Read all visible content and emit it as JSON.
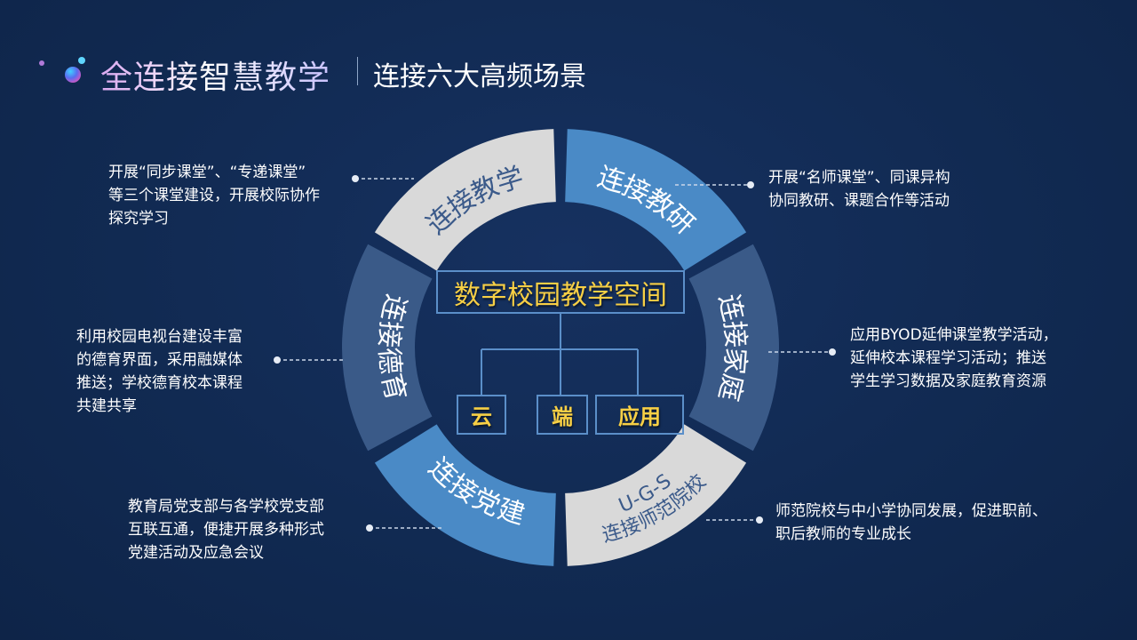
{
  "header": {
    "title": "全连接智慧教学",
    "subtitle": "连接六大高频场景"
  },
  "center": {
    "title": "数字校园教学空间",
    "children": [
      "云",
      "端",
      "应用"
    ]
  },
  "segments": [
    {
      "label": "连接教研",
      "color": "#4a8ac6",
      "text_color": "#ffffff"
    },
    {
      "label": "连接家庭",
      "color": "#3a5a88",
      "text_color": "#ffffff"
    },
    {
      "label": "连接师范院校",
      "sublabel": "U-G-S",
      "color": "#d9d9d9",
      "text_color": "#3b5a8a"
    },
    {
      "label": "连接党建",
      "color": "#4a8ac6",
      "text_color": "#ffffff"
    },
    {
      "label": "连接德育",
      "color": "#3a5a88",
      "text_color": "#ffffff"
    },
    {
      "label": "连接教学",
      "color": "#d9d9d9",
      "text_color": "#3b5a8a"
    }
  ],
  "descriptions": {
    "teaching": [
      "开展“同步课堂”、“专递课堂”",
      "等三个课堂建设，开展校际协作",
      "探究学习"
    ],
    "research": [
      "开展“名师课堂”、同课异构",
      "协同教研、课题合作等活动"
    ],
    "moral": [
      "利用校园电视台建设丰富",
      "的德育界面，采用融媒体",
      "推送；学校德育校本课程",
      "共建共享"
    ],
    "family": [
      "应用BYOD延伸课堂教学活动，",
      "延伸校本课程学习活动；推送",
      "学生学习数据及家庭教育资源"
    ],
    "party": [
      "教育局党支部与各学校党支部",
      "互联互通，便捷开展多种形式",
      "党建活动及应急会议"
    ],
    "ugs": [
      "师范院校与中小学协同发展，促进职前、",
      "职后教师的专业成长"
    ]
  }
}
